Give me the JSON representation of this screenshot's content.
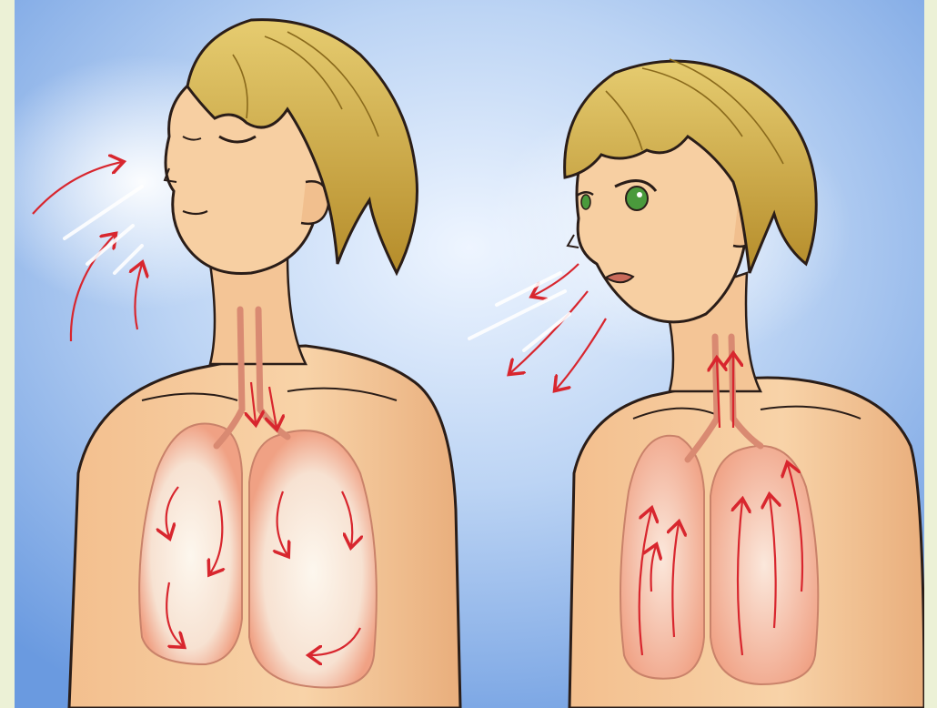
{
  "illustration": {
    "panels": [
      {
        "name": "inhale-panel",
        "eyes": "closed",
        "airflow": "in",
        "lungs": "expanded"
      },
      {
        "name": "exhale-panel",
        "eyes": "open",
        "eye_color": "#4a9a3c",
        "airflow": "out",
        "lungs": "relaxed"
      }
    ],
    "colors": {
      "frame": "#ecf1d6",
      "sky_top": "#6f9fe3",
      "sky_glow": "#eaf3ff",
      "skin": "#f6c99a",
      "skin_shadow": "#e6a878",
      "hair": "#c8a23a",
      "hair_light": "#e2c86a",
      "lung": "#f2a88a",
      "lung_air": "#fbf3e8",
      "arrow": "#d8262e",
      "outline": "#2a1d18"
    }
  }
}
